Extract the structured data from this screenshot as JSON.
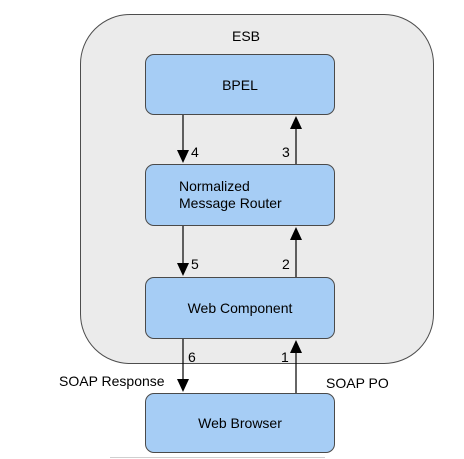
{
  "container": {
    "label": "ESB"
  },
  "boxes": {
    "bpel": "BPEL",
    "nmr_line1": "Normalized",
    "nmr_line2": "Message Router",
    "web_component": "Web Component",
    "web_browser": "Web Browser"
  },
  "arrows": [
    "1",
    "2",
    "3",
    "4",
    "5",
    "6"
  ],
  "edge_labels": {
    "soap_response": "SOAP Response",
    "soap_po": "SOAP PO"
  }
}
